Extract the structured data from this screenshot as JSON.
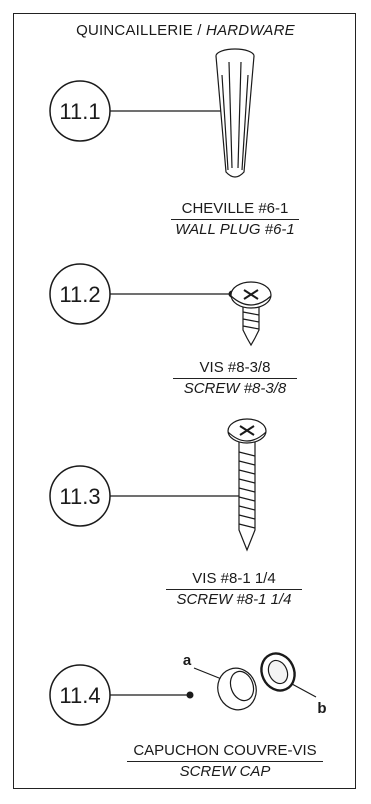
{
  "header": {
    "title_fr": "QUINCAILLERIE / ",
    "title_en": "HARDWARE"
  },
  "items": [
    {
      "number": "11.1",
      "name_fr": "CHEVILLE #6-1",
      "name_en": "WALL PLUG #6-1"
    },
    {
      "number": "11.2",
      "name_fr": "VIS #8-3/8",
      "name_en": "SCREW #8-3/8"
    },
    {
      "number": "11.3",
      "name_fr": "VIS #8-1 1/4",
      "name_en": "SCREW #8-1 1/4"
    },
    {
      "number": "11.4",
      "name_fr": "CAPUCHON COUVRE-VIS",
      "name_en": "SCREW CAP"
    }
  ],
  "callouts": {
    "a": "a",
    "b": "b"
  }
}
